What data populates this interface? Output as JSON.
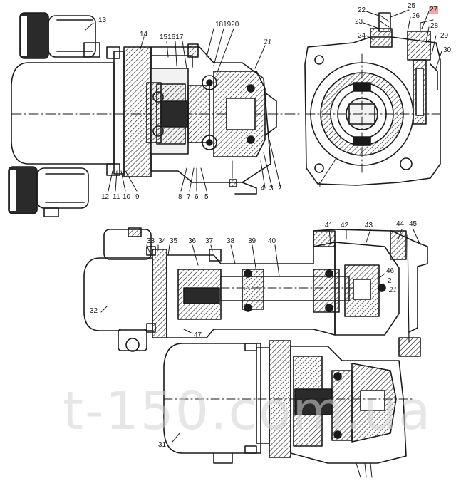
{
  "labels": {
    "l1": "1",
    "l2": "2",
    "l2b": "2",
    "l3": "3",
    "l4": "4",
    "l5": "5",
    "l6": "6",
    "l7": "7",
    "l8": "8",
    "l9": "9",
    "l10": "10",
    "l11": "11",
    "l12": "12",
    "l13": "13",
    "l14": "14",
    "l151617": "151617",
    "l181920": "181920",
    "l21a": "21",
    "l21b": "21",
    "l22": "22",
    "l23": "23",
    "l24": "24",
    "l25": "25",
    "l26": "26",
    "l27": "27",
    "l28": "28",
    "l29": "29",
    "l30": "30",
    "l31": "31",
    "l32": "32",
    "l33": "33",
    "l34": "34",
    "l35": "35",
    "l36": "36",
    "l37": "37",
    "l38": "38",
    "l39": "39",
    "l40": "40",
    "l41": "41",
    "l42": "42",
    "l43": "43",
    "l44": "44",
    "l45": "45",
    "l46": "46",
    "l47": "47"
  },
  "watermark": "t-150.com.ua",
  "colors": {
    "ink": "#1a1a1a",
    "highlight": "#f4a6a6",
    "watermark": "#d2d2d2"
  }
}
